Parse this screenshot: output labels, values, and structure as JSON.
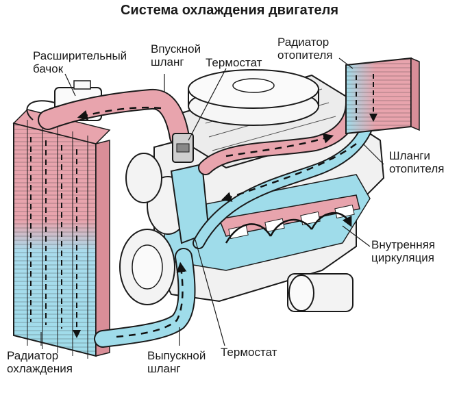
{
  "title": "Система охлаждения двигателя",
  "labels": {
    "expansion_tank": [
      "Расширительный",
      "бачок"
    ],
    "intake_hose": [
      "Впускной",
      "шланг"
    ],
    "thermostat_top": "Термостат",
    "heater_radiator": [
      "Радиатор",
      "отопителя"
    ],
    "heater_hoses": [
      "Шланги",
      "отопителя"
    ],
    "internal_circulation": [
      "Внутренняя",
      "циркуляция"
    ],
    "cooling_radiator": [
      "Радиатор",
      "охлаждения"
    ],
    "outlet_hose": [
      "Выпускной",
      "шланг"
    ],
    "thermostat_bottom": "Термостат"
  },
  "colors": {
    "hot": "#e8a4ad",
    "cold": "#9fdcea",
    "line": "#1a1a1a",
    "metal": "#f4f4f4"
  }
}
